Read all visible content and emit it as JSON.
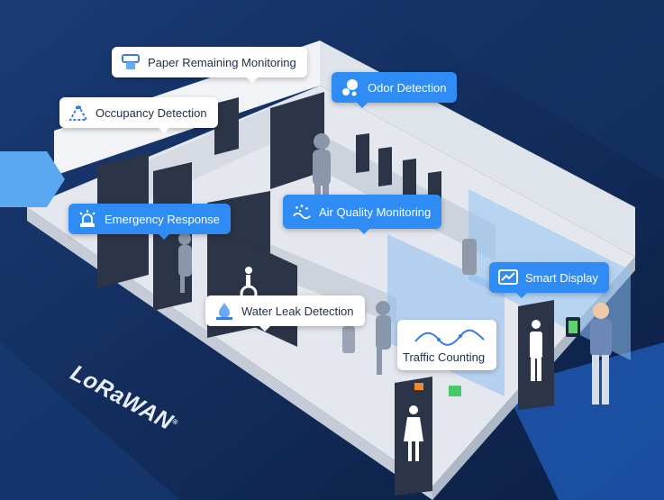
{
  "callouts": {
    "paper": "Paper Remaining Monitoring",
    "odor": "Odor Detection",
    "occupancy": "Occupancy Detection",
    "emergency": "Emergency Response",
    "air": "Air Quality Monitoring",
    "smart_display": "Smart Display",
    "water_leak": "Water Leak Detection",
    "traffic": "Traffic Counting"
  },
  "brand": {
    "logo_text": "LoRaWAN",
    "registered": "®"
  },
  "colors": {
    "background": "#0f2752",
    "accent_blue": "#2f8cf4",
    "callout_white": "#ffffff"
  }
}
